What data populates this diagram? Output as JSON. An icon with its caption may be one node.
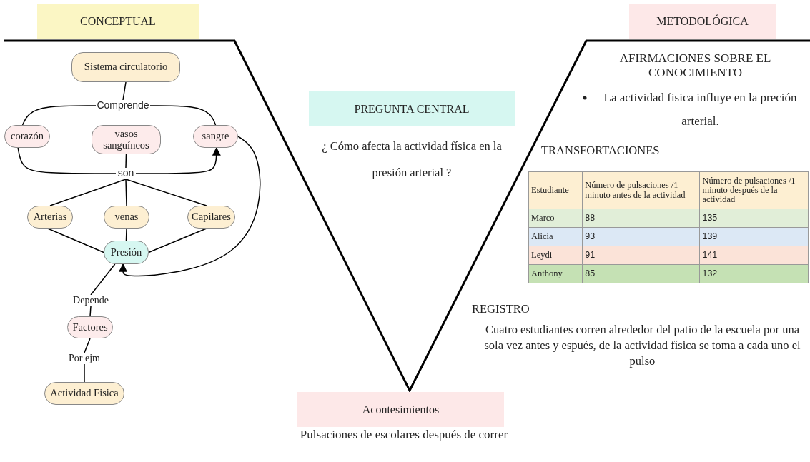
{
  "diagram": {
    "nodes": [
      {
        "text": [
          "CONCEPTUAL"
        ]
      },
      {
        "text": [
          "METODOLÓGICA"
        ]
      },
      {
        "text": [
          "PREGUNTA CENTRAL"
        ],
        "beside": [
          "¿ Cómo afecta la actividad física en la presión arterial ?"
        ]
      },
      {
        "text": [
          "Acontesimientos"
        ],
        "beside": [
          "Pulsaciones de escolares después de correr"
        ]
      },
      {
        "text": [
          "Sistema circulatorio"
        ]
      },
      {
        "text": [
          "Comprende"
        ]
      },
      {
        "text": [
          "corazón"
        ]
      },
      {
        "text": [
          "vasos sanguíneos"
        ]
      },
      {
        "text": [
          "sangre"
        ]
      },
      {
        "text": [
          "son"
        ]
      },
      {
        "text": [
          "Arterias"
        ]
      },
      {
        "text": [
          "venas"
        ]
      },
      {
        "text": [
          "Capilares"
        ]
      },
      {
        "text": [
          "Presión"
        ]
      },
      {
        "text": [
          "Depende"
        ]
      },
      {
        "text": [
          "Factores"
        ]
      },
      {
        "text": [
          "Por ejm"
        ]
      },
      {
        "text": [
          "Actividad Fisica"
        ]
      }
    ],
    "edges": [
      {
        "from": 4,
        "to": 5,
        "arrow": "none"
      },
      {
        "from": 5,
        "to": 6,
        "arrow": "none"
      },
      {
        "from": 5,
        "to": 8,
        "arrow": "none"
      },
      {
        "from": 6,
        "to": 9,
        "arrow": "none"
      },
      {
        "from": 7,
        "to": 9,
        "arrow": "none"
      },
      {
        "from": 9,
        "to": 8,
        "arrow": "to"
      },
      {
        "from": 9,
        "to": 10,
        "arrow": "none"
      },
      {
        "from": 9,
        "to": 11,
        "arrow": "none"
      },
      {
        "from": 9,
        "to": 12,
        "arrow": "none"
      },
      {
        "from": 10,
        "to": 13,
        "arrow": "none"
      },
      {
        "from": 11,
        "to": 13,
        "arrow": "none"
      },
      {
        "from": 12,
        "to": 13,
        "arrow": "none"
      },
      {
        "from": 8,
        "to": 13,
        "arrow": "to"
      },
      {
        "from": 13,
        "to": 14,
        "arrow": "none"
      },
      {
        "from": 14,
        "to": 15,
        "arrow": "none"
      },
      {
        "from": 15,
        "to": 16,
        "arrow": "none"
      },
      {
        "from": 16,
        "to": 17,
        "arrow": "none"
      }
    ],
    "labels": [
      "AFIRMACIONES SOBRE EL CONOCIMIENTO",
      "La actividad fisica influye en la preción arterial.",
      "TRANSFORTACIONES",
      "Estudiante",
      "Número de pulsaciones /1 minuto antes de la actividad",
      "Número de pulsaciones /1 minuto después de la actividad",
      "Marco",
      "88",
      "135",
      "Alicia",
      "93",
      "139",
      "Leydi",
      "91",
      "141",
      "Anthony",
      "85",
      "132",
      "REGISTRO",
      "Cuatro estudiantes corren alrededor del patio de la escuela por una sola vez antes y espués, de la actividad física se toma a cada uno el pulso"
    ]
  }
}
